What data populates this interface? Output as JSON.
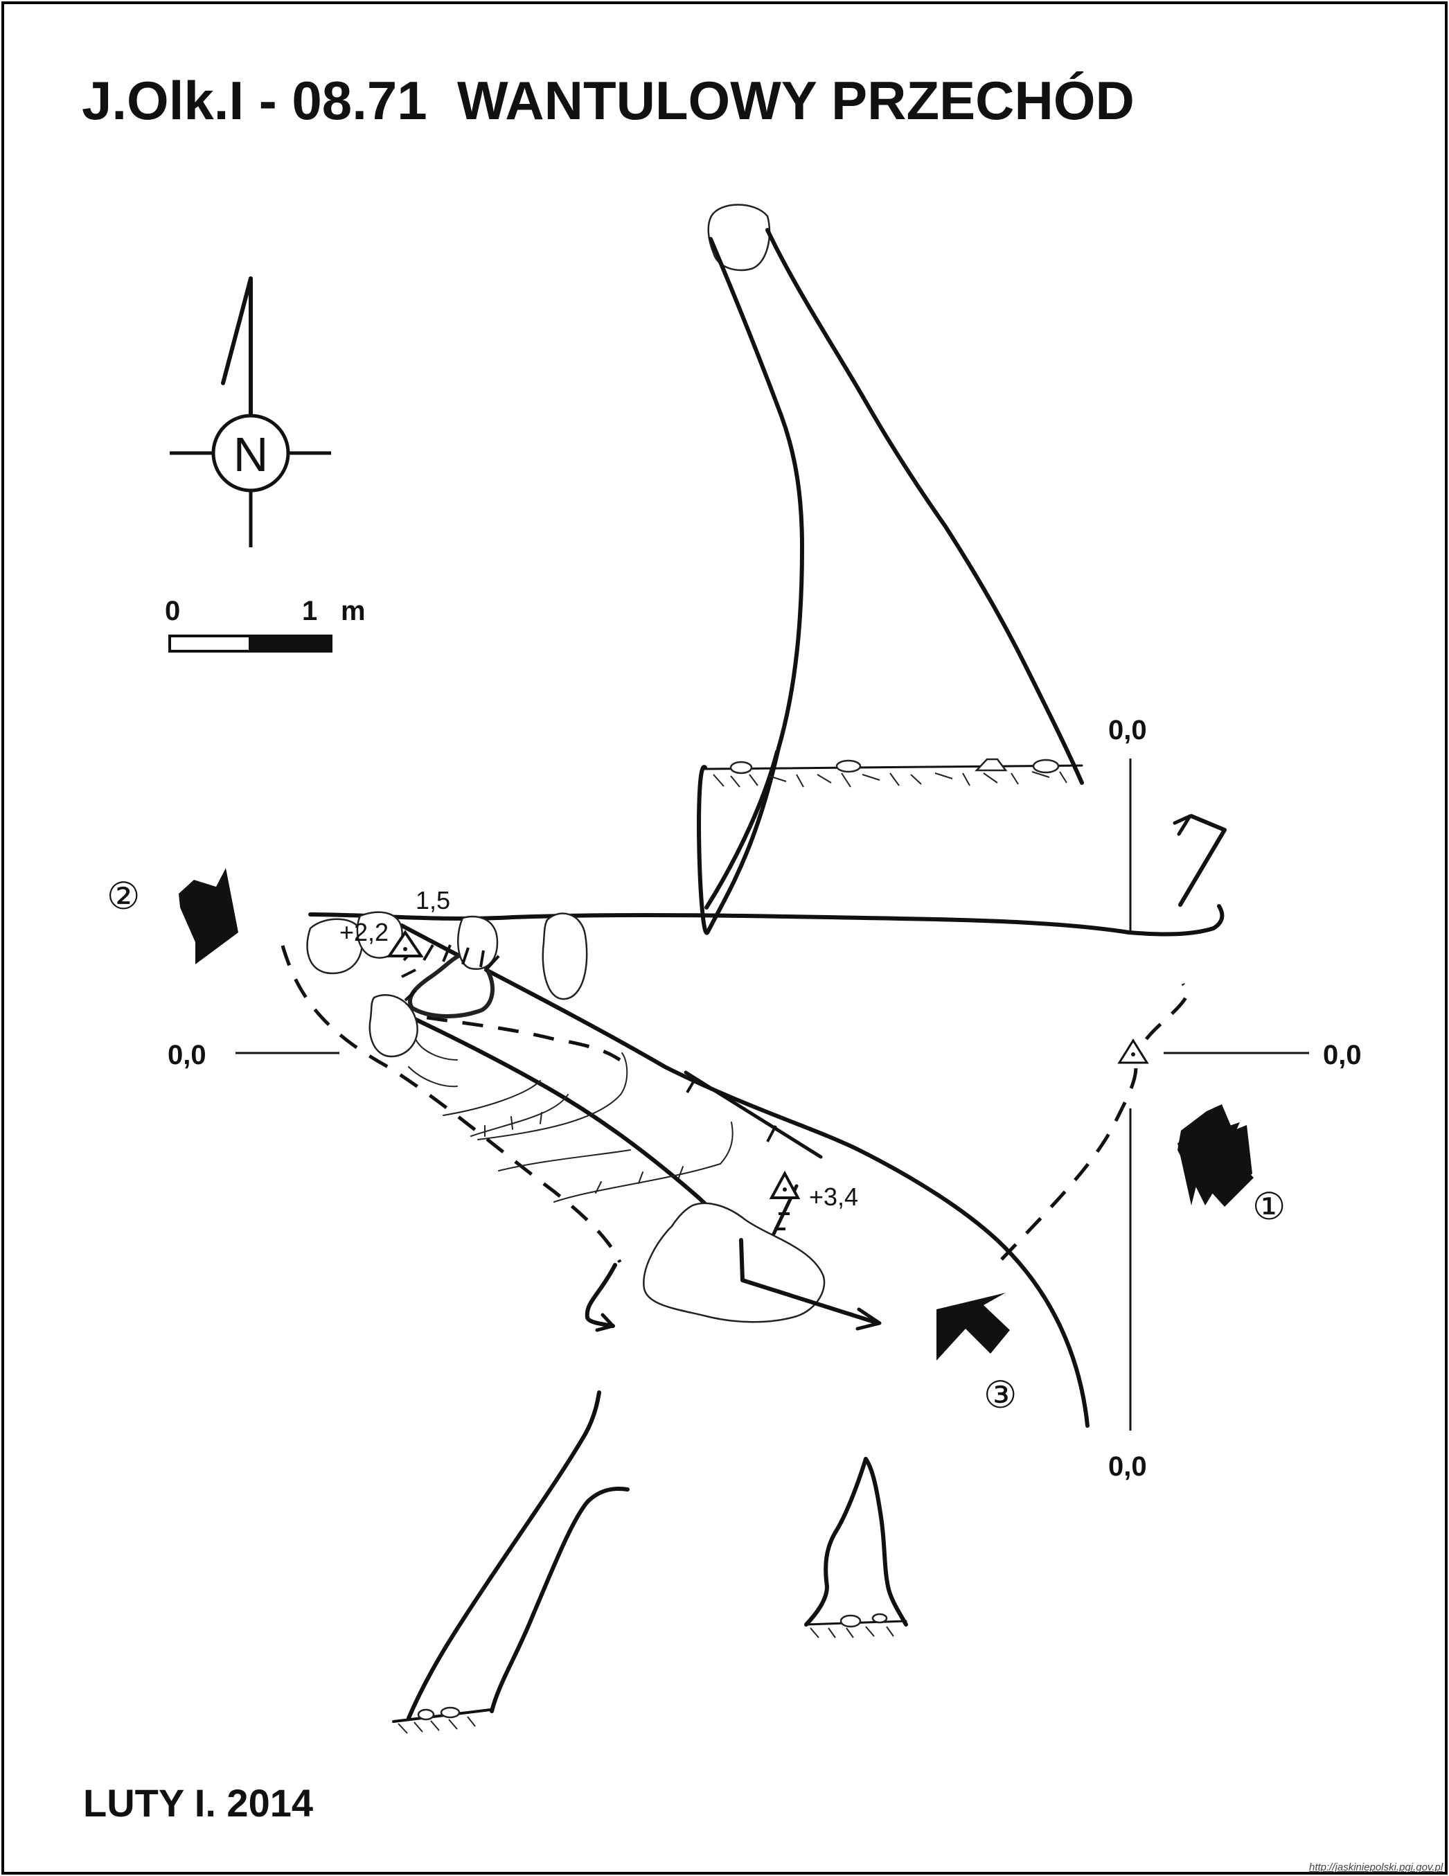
{
  "title": "J.Olk.I - 08.71  WANTULOWY PRZECHÓD",
  "footer": "LUTY I. 2014",
  "source_url": "http://jaskiniepolski.pgi.gov.pl",
  "compass": {
    "letter": "N"
  },
  "scale_bar": {
    "start_label": "0",
    "end_label": "1",
    "unit": "m"
  },
  "elevations": {
    "left_section": "0,0",
    "right_section": "0,0",
    "top_section": "0,0",
    "bottom_section": "0,0",
    "station_1": "+2,2",
    "station_2": "+3,4",
    "ceiling_height": "1,5"
  },
  "entrances": [
    {
      "number": "1",
      "glyph": "①"
    },
    {
      "number": "2",
      "glyph": "②"
    },
    {
      "number": "3",
      "glyph": "③"
    }
  ],
  "colors": {
    "ink": "#111111",
    "paper": "#ffffff"
  },
  "icons": [
    "compass-icon",
    "entrance-arrow-icon",
    "survey-station-icon",
    "section-arrow-icon"
  ]
}
